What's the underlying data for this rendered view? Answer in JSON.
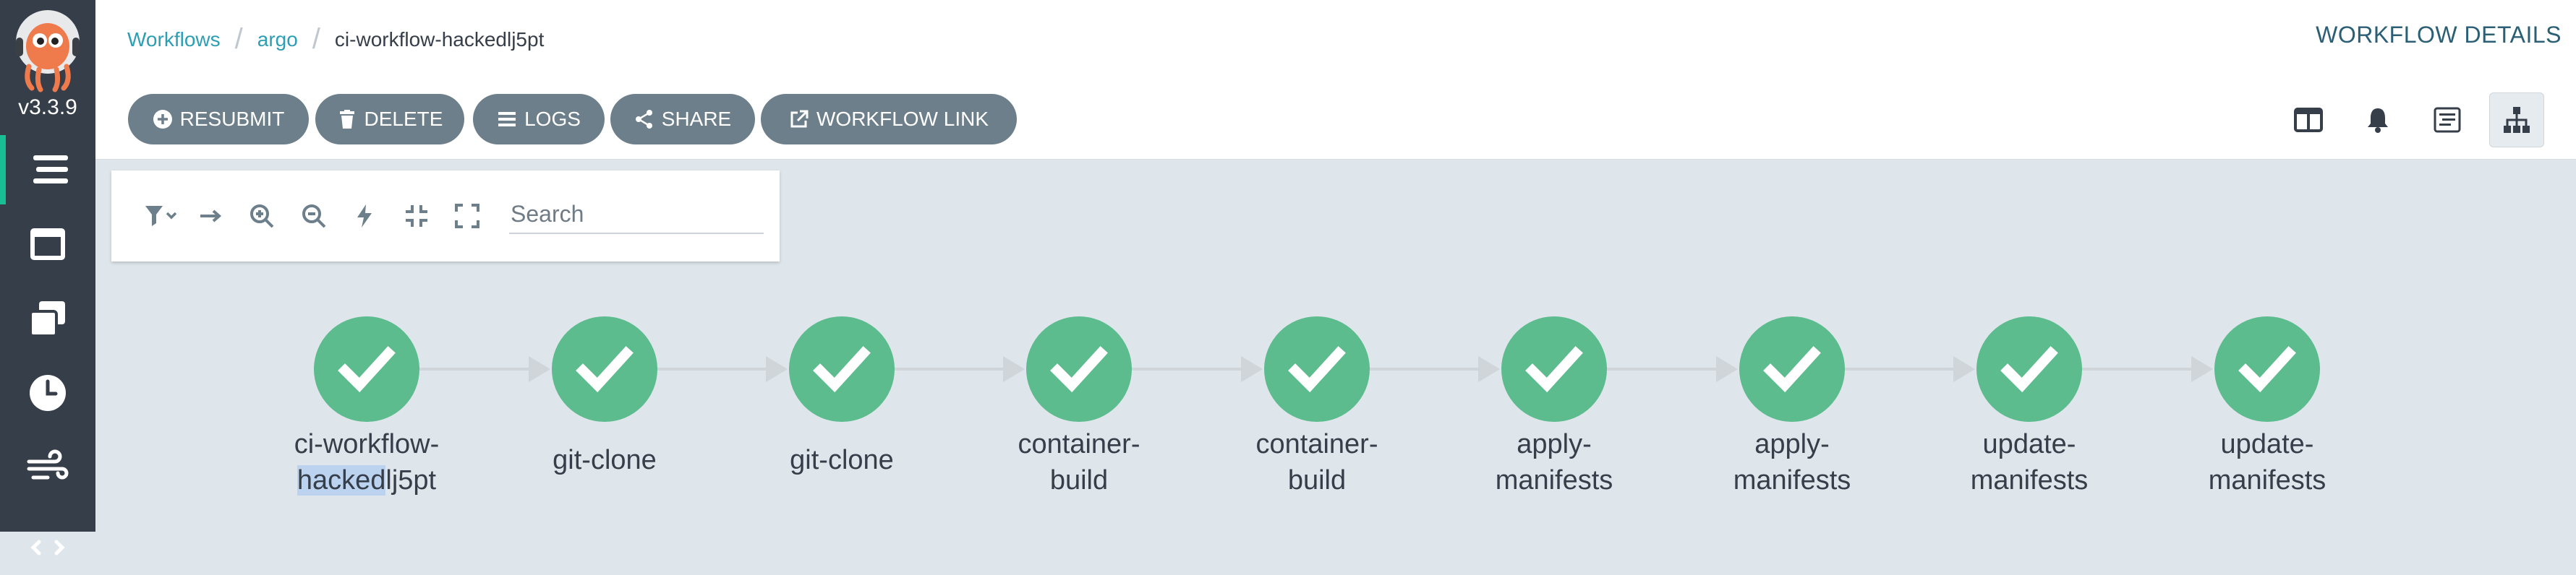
{
  "sidebar": {
    "version": "v3.3.9",
    "items": [
      {
        "icon": "workflows-icon"
      },
      {
        "icon": "workflow-templates-icon"
      },
      {
        "icon": "cluster-templates-icon"
      },
      {
        "icon": "cron-workflows-icon"
      },
      {
        "icon": "event-flow-icon"
      },
      {
        "icon": "more-icon"
      }
    ]
  },
  "header": {
    "breadcrumb": [
      "Workflows",
      "argo",
      "ci-workflow-hackedlj5pt"
    ],
    "title": "WORKFLOW DETAILS"
  },
  "toolbar": {
    "resubmit_label": "RESUBMIT",
    "delete_label": "DELETE",
    "logs_label": "LOGS",
    "share_label": "SHARE",
    "workflow_link_label": "WORKFLOW LINK"
  },
  "graph_tools": {
    "search_placeholder": "Search"
  },
  "nodes": [
    {
      "line1": "ci-workflow-",
      "line2_hl": "hacked",
      "line2": "lj5pt",
      "status": "succeeded"
    },
    {
      "line1": "git-clone",
      "line2_hl": "",
      "line2": "",
      "status": "succeeded"
    },
    {
      "line1": "git-clone",
      "line2_hl": "",
      "line2": "",
      "status": "succeeded"
    },
    {
      "line1": "container-",
      "line2_hl": "",
      "line2": "build",
      "status": "succeeded"
    },
    {
      "line1": "container-",
      "line2_hl": "",
      "line2": "build",
      "status": "succeeded"
    },
    {
      "line1": "apply-",
      "line2_hl": "",
      "line2": "manifests",
      "status": "succeeded"
    },
    {
      "line1": "apply-",
      "line2_hl": "",
      "line2": "manifests",
      "status": "succeeded"
    },
    {
      "line1": "update-",
      "line2_hl": "",
      "line2": "manifests",
      "status": "succeeded"
    },
    {
      "line1": "update-",
      "line2_hl": "",
      "line2": "manifests",
      "status": "succeeded"
    }
  ],
  "colors": {
    "sidebar": "#363e4a",
    "accent": "#18be94",
    "success": "#5cbc8e",
    "button": "#6d7f8b",
    "link": "#2c9fb5"
  }
}
